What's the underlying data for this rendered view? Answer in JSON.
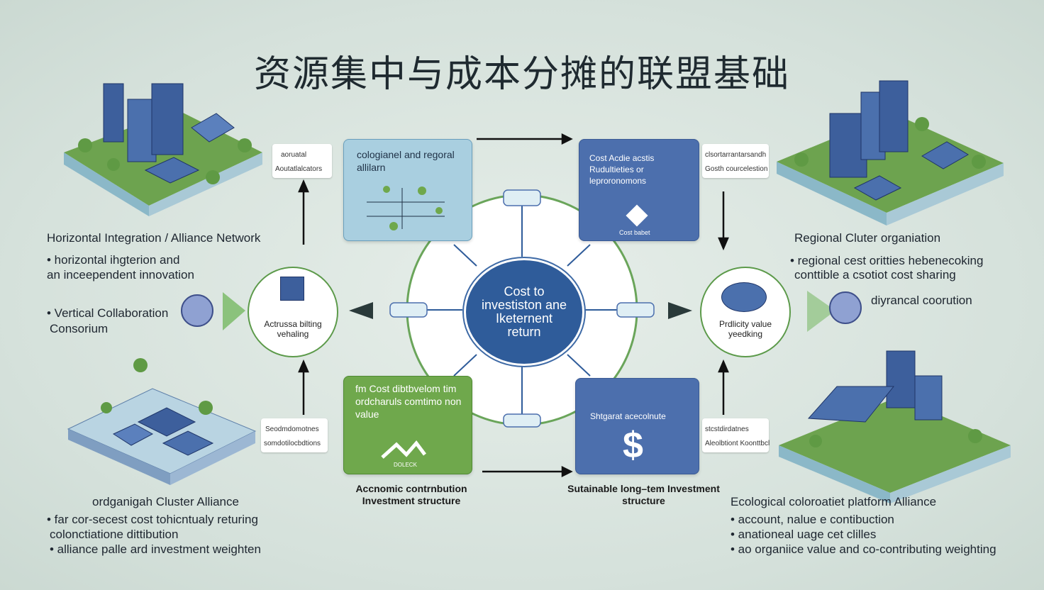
{
  "title": "资源集中与成本分摊的联盟基础",
  "hub": {
    "text": "Cost to investiston ane Iketernent return"
  },
  "top_left_box": {
    "text": "cologianel and regoral allilarn"
  },
  "top_right_box": {
    "text": "Cost Acdie acstis Rudultieties or leproronomons",
    "footer": "Cost babet"
  },
  "bottom_left_box": {
    "text": "fm Cost dibtbvelom tim ordcharuls comtimo non value",
    "footer": "DOLECK"
  },
  "bottom_right_box": {
    "text": "Shtgarat acecolnute"
  },
  "left_node": {
    "text": "Actrussa bilting vehaling"
  },
  "right_node": {
    "text": "Prdlicity value yeedking"
  },
  "captions": {
    "bottom_left": "Accnomic contrnbution Investment structure",
    "bottom_right": "Sutainable long–tem Investment structure"
  },
  "tags": {
    "top_left": [
      "aoruatal",
      "Aoutatlalcators"
    ],
    "top_right": [
      "clsortarrantarsandh",
      "Gosth courcelestion"
    ],
    "bottom_left": [
      "Seodmdomotnes",
      "somdotilocbdtions"
    ],
    "bottom_right": [
      "stcstdirdatnes",
      "Aleolbtiont Koonttbcl"
    ]
  },
  "top_left_section": {
    "heading": "Horizontal Integration / Alliance Network",
    "bullets": [
      "• horizontal ihgterion and",
      "an inceependent innovation"
    ],
    "sub": [
      "• Vertical Collaboration",
      "Consorium"
    ]
  },
  "top_right_section": {
    "heading": "Regional Cluter organiation",
    "bullets": [
      "• regional cest oritties hebenecoking",
      "conttible a csotiot cost sharing"
    ],
    "sub": "diyrancal coorution"
  },
  "bottom_left_section": {
    "heading": "ordganigah Cluster Alliance",
    "bullets": [
      "• far cor-secest cost tohicntualy returing",
      "colonctiatione dittibution",
      "• alliance palle ard investment weighten"
    ]
  },
  "bottom_right_section": {
    "heading": "Ecological coloroatiet platform Alliance",
    "bullets": [
      "• account, nalue e contibuction",
      "• anationeal uage cet clilles",
      "• ao organiice value and co-contributing weighting"
    ]
  },
  "colors": {
    "navy": "#2f5c9a",
    "blue": "#4c6fad",
    "lightblue": "#a9cfe0",
    "green": "#6fa84c"
  }
}
